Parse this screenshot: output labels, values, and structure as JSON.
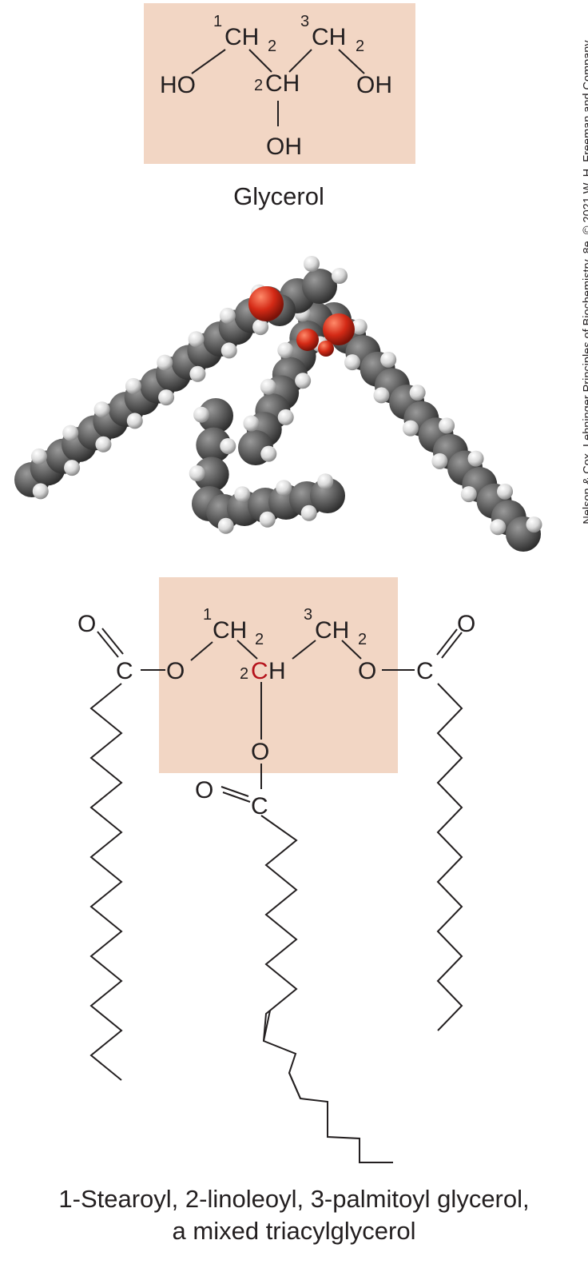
{
  "glycerol": {
    "title": "Glycerol",
    "labels": {
      "c1_num": "1",
      "c1_ch2": "CH",
      "c1_sub": "2",
      "c3_num": "3",
      "c3_ch2": "CH",
      "c3_sub": "2",
      "c2_num": "2",
      "c2_ch": "CH",
      "ho_left": "HO",
      "oh_right": "OH",
      "oh_bottom": "OH"
    }
  },
  "triacylglycerol": {
    "labels": {
      "c1_num": "1",
      "c1_ch2": "CH",
      "c1_sub": "2",
      "c3_num": "3",
      "c3_ch2": "CH",
      "c3_sub": "2",
      "c2_num": "2",
      "c2_c": "C",
      "c2_h": "H",
      "o_ester_left": "O",
      "o_ester_right": "O",
      "o_ester_mid": "O",
      "o_carbonyl_left": "O",
      "o_carbonyl_right": "O",
      "o_carbonyl_mid": "O",
      "c_left": "C",
      "c_right": "C",
      "c_mid": "C"
    },
    "caption_line1": "1-Stearoyl, 2-linoleoyl, 3-palmitoyl glycerol,",
    "caption_line2": "a mixed triacylglycerol"
  },
  "credit": "Nelson & Cox, Lehninger Principles of Biochemistry, 8e, © 2021 W. H. Freeman and Company",
  "colors": {
    "highlight_box": "#f2d6c4",
    "ink": "#231f20",
    "chiral_carbon": "#b5121b",
    "oxygen_atom": "#d42a16",
    "carbon_atom": "#5a5a5a",
    "hydrogen_atom": "#e6e6e6"
  },
  "icons": {
    "model": "space-filling-model"
  }
}
